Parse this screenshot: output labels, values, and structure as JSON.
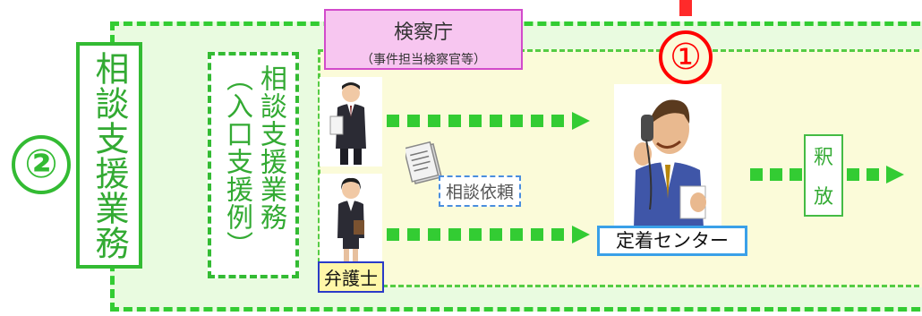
{
  "outer_label": "相談支援業務",
  "outer_number": "②",
  "inner_label": "相談支援業務（入口支援例）",
  "top_number": "①",
  "prosecutor": {
    "title": "検察庁",
    "subtitle": "（事件担当検察官等）"
  },
  "lawyer_label": "弁護士",
  "consult_label": "相談依頼",
  "center_label": "定着センター",
  "release_label": [
    "釈",
    "放"
  ],
  "icons": {
    "prosecutor_person": "businessman-icon",
    "lawyer_person": "businesswoman-icon",
    "document": "document-icon",
    "phone_person": "man-on-phone-icon"
  },
  "colors": {
    "accent_green": "#33bb33",
    "red": "#ff0000",
    "light_green_bg": "#e9fbe0",
    "light_yellow_bg": "#fbfbd9",
    "pink_box": "#f7c6f0"
  }
}
